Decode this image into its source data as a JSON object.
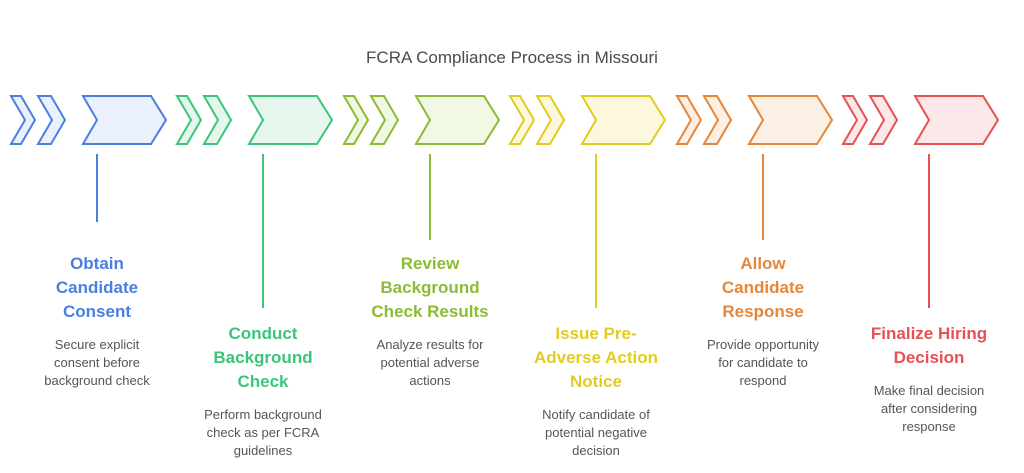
{
  "title": "FCRA Compliance Process in Missouri",
  "steps": [
    {
      "title_lines": [
        "Obtain",
        "Candidate",
        "Consent"
      ],
      "desc_lines": [
        "Secure explicit",
        "consent before",
        "background check"
      ],
      "color": "#4a7fe0",
      "fill": "#eaf1fc"
    },
    {
      "title_lines": [
        "Conduct",
        "Background",
        "Check"
      ],
      "desc_lines": [
        "Perform background",
        "check as per FCRA",
        "guidelines"
      ],
      "color": "#3cc47c",
      "fill": "#e6f8ee"
    },
    {
      "title_lines": [
        "Review",
        "Background",
        "Check Results"
      ],
      "desc_lines": [
        "Analyze results for",
        "potential adverse",
        "actions"
      ],
      "color": "#8dbb36",
      "fill": "#f1f8e4"
    },
    {
      "title_lines": [
        "Issue Pre-",
        "Adverse Action",
        "Notice"
      ],
      "desc_lines": [
        "Notify candidate of",
        "potential negative",
        "decision"
      ],
      "color": "#e2cc22",
      "fill": "#fcf8dc"
    },
    {
      "title_lines": [
        "Allow",
        "Candidate",
        "Response"
      ],
      "desc_lines": [
        "Provide opportunity",
        "for candidate to",
        "respond"
      ],
      "color": "#e5873a",
      "fill": "#fcefe3"
    },
    {
      "title_lines": [
        "Finalize Hiring",
        "Decision"
      ],
      "desc_lines": [
        "Make final decision",
        "after considering",
        "response"
      ],
      "color": "#e45252",
      "fill": "#fce8e8"
    }
  ]
}
